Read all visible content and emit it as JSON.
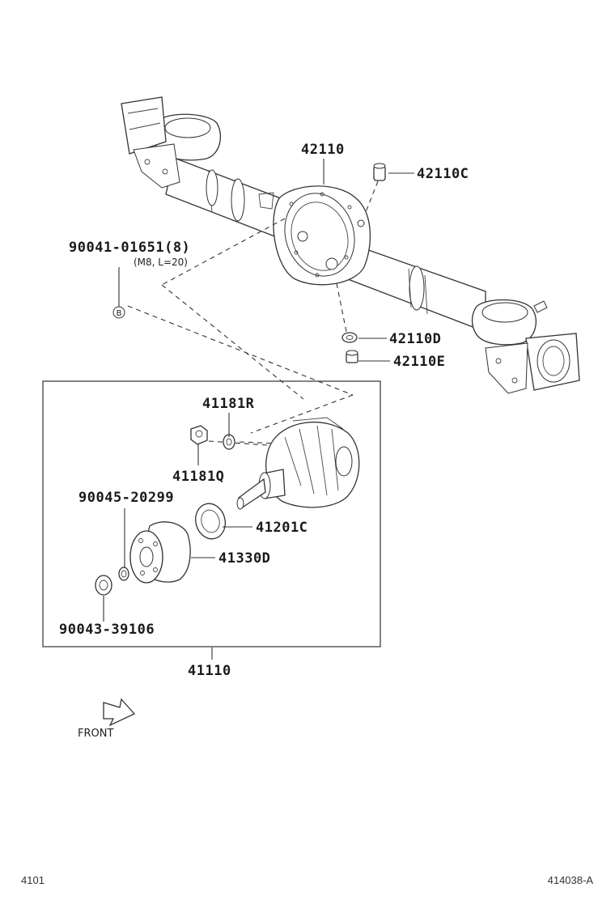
{
  "parts": {
    "p42110": "42110",
    "p42110C": "42110C",
    "p42110D": "42110D",
    "p42110E": "42110E",
    "p90041": "90041-01651(8)",
    "p90041_spec": "(M8, L=20)",
    "bolt_marker": "B",
    "p41181R": "41181R",
    "p41181Q": "41181Q",
    "p90045": "90045-20299",
    "p41201C": "41201C",
    "p41330D": "41330D",
    "p90043": "90043-39106",
    "p41110": "41110"
  },
  "direction_label": "FRONT",
  "footer": {
    "page_code": "4101",
    "figure_code": "414038-A"
  }
}
